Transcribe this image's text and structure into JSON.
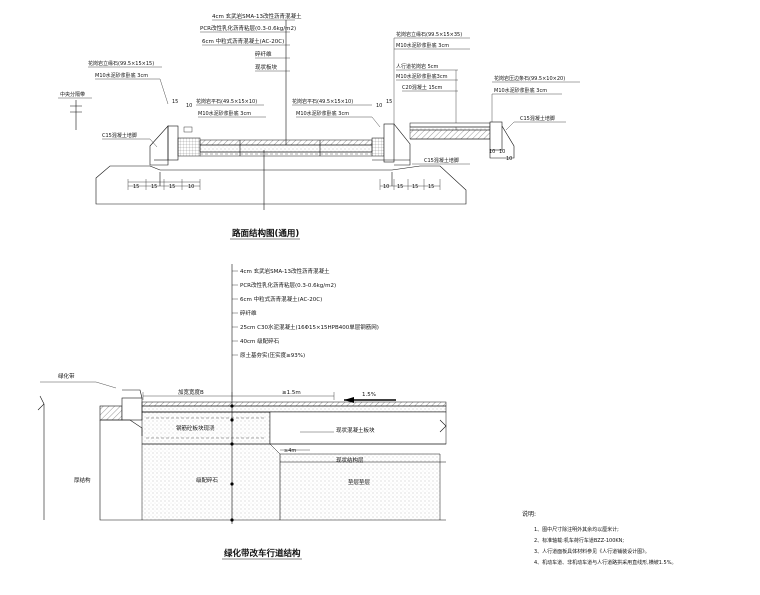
{
  "top": {
    "title": "路面结构图(通用)",
    "layers": [
      "4cm 玄武岩SMA-13改性沥青混凝土",
      "PCR改性乳化沥青粘层(0.3-0.6kg/m2)",
      "6cm 中粒式沥青混凝土(AC-20C)",
      "碎纤维",
      "现状板块"
    ],
    "median_label": "中央分隔带",
    "left_curb": [
      "花岗岩立缘石(99.5×15×15)",
      "M10水泥砂浆卧底 3cm"
    ],
    "left_inner_curb": [
      "花岗岩平石(49.5×15×10)",
      "M10水泥砂浆卧底 3cm"
    ],
    "right_inner_curb": [
      "花岗岩平石(49.5×15×10)",
      "M10水泥砂浆卧底 3cm"
    ],
    "right_curb": [
      "花岗岩立缘石(99.5×15×35)",
      "M10水泥砂浆卧底 3cm"
    ],
    "sidewalk": [
      "人行道花岗岩   5cm",
      "M10水泥砂浆卧底3cm",
      "C20混凝土   15cm"
    ],
    "edge_stone": [
      "花岗岩压边条石(99.5×10×20)",
      "M10水泥砂浆卧底 3cm"
    ],
    "c15_left": "C15混凝土培脚",
    "c15_mid": "C15混凝土培脚",
    "c15_right": "C15混凝土培脚",
    "dims_left_top": [
      "15",
      "10"
    ],
    "dims_right_top": [
      "10",
      "15"
    ],
    "dims_left_bottom": [
      "15",
      "15",
      "15",
      "10"
    ],
    "dims_right_bottom": [
      "10",
      "15",
      "15",
      "15"
    ],
    "dims_side": [
      "10",
      "10",
      "10"
    ]
  },
  "bottom": {
    "title": "绿化带改车行道结构",
    "layers": [
      "4cm 玄武岩SMA-13改性沥青混凝土",
      "PCR改性乳化沥青粘层(0.3-0.6kg/m2)",
      "6cm 中粒式沥青混凝土(AC-20C)",
      "碎纤维",
      "25cm C30水泥混凝土(16Φ15×15HPB400单层钢筋网)",
      "40cm 级配碎石",
      "原土基夯实(压实度≥93%)"
    ],
    "green_belt": "绿化带",
    "width_label": "加宽宽度B",
    "dim_15m": "≥1.5m",
    "slope": "1.5%",
    "rebar": "钢筋砼板块现浇",
    "existing_slab": "现状混凝土板块",
    "dim_b": "≥4m",
    "existing_layer": "现状结构层",
    "gravel": "级配碎石",
    "thick": "厚结构",
    "cushion": "垫层垫层"
  },
  "notes": {
    "heading": "说明:",
    "items": [
      "1、图中尺寸除注明外其余均以厘米计;",
      "2、标准轴载:机车荷行车道BZZ-100KN;",
      "3、人行道面板具体材料参见《人行道铺装设计图》。",
      "4、机动车道、非机动车道与人行道路拱采用直线形,横坡1.5%。"
    ]
  }
}
